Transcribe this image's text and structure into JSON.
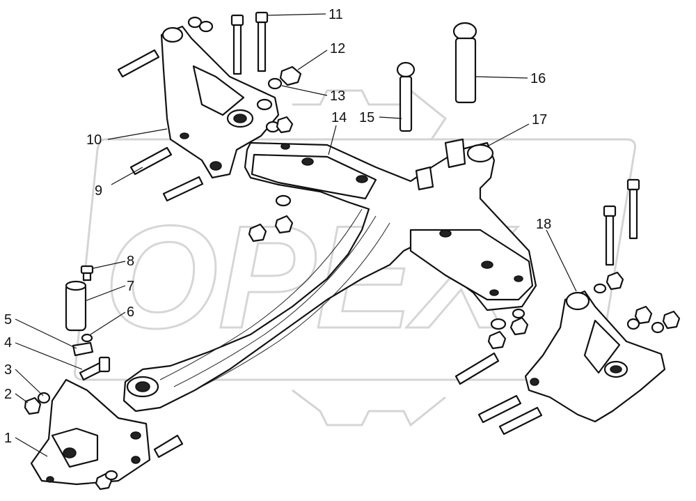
{
  "watermark": {
    "text": "ОРЕХ",
    "color": "#d4d4d4"
  },
  "callouts": [
    "1",
    "2",
    "3",
    "4",
    "5",
    "6",
    "7",
    "8",
    "9",
    "10",
    "11",
    "12",
    "13",
    "14",
    "15",
    "16",
    "17",
    "18"
  ]
}
